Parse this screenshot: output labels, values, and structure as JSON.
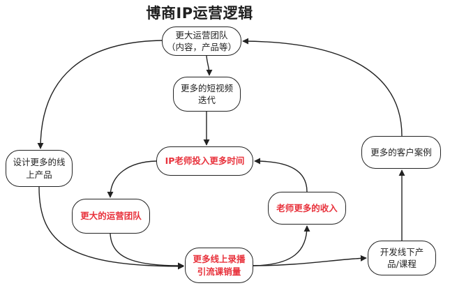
{
  "title": "博商IP运营逻辑",
  "colors": {
    "highlight_text": "#e8323c",
    "normal_text": "#1f1f1f",
    "border": "#222222",
    "background": "#ffffff"
  },
  "nodes": {
    "bigger_ops_team": {
      "lines": [
        "更大运营团队",
        "（内容，产品等）"
      ],
      "highlight": false
    },
    "more_short_videos": {
      "lines": [
        "更多的短视频",
        "迭代"
      ],
      "highlight": false
    },
    "more_online_products": {
      "lines": [
        "设计更多的线",
        "上产品"
      ],
      "highlight": false
    },
    "ip_teacher_time": {
      "lines": [
        "IP老师投入更多时间"
      ],
      "highlight": true
    },
    "more_case_studies": {
      "lines": [
        "更多的客户案例"
      ],
      "highlight": false
    },
    "larger_ops_team": {
      "lines": [
        "更大的运营团队"
      ],
      "highlight": true
    },
    "teacher_income": {
      "lines": [
        "老师更多的收入"
      ],
      "highlight": true
    },
    "recorded_course_sales": {
      "lines": [
        "更多线上录播",
        "引流课销量"
      ],
      "highlight": true
    },
    "offline_products": {
      "lines": [
        "开发线下产",
        "品/课程"
      ],
      "highlight": false
    }
  }
}
